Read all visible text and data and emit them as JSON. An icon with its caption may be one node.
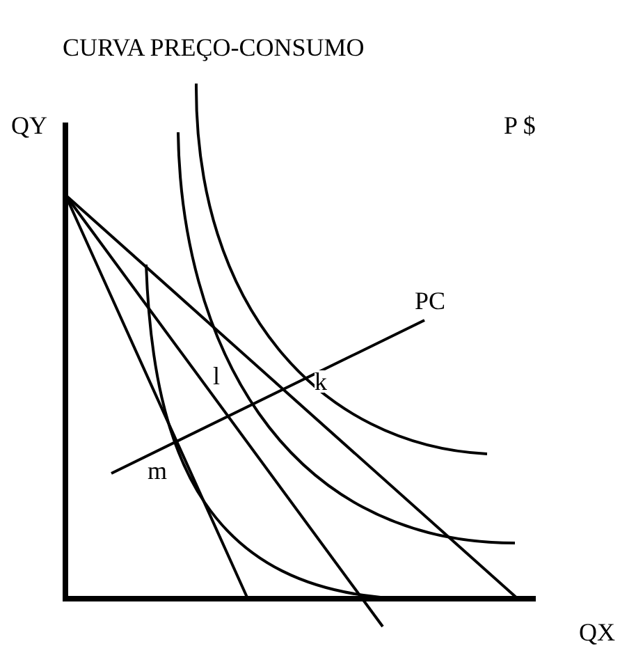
{
  "diagram": {
    "title": "CURVA PREÇO-CONSUMO",
    "labels": [
      "QY",
      "P $",
      "PC",
      "l",
      "k",
      "m",
      "QX"
    ]
  }
}
